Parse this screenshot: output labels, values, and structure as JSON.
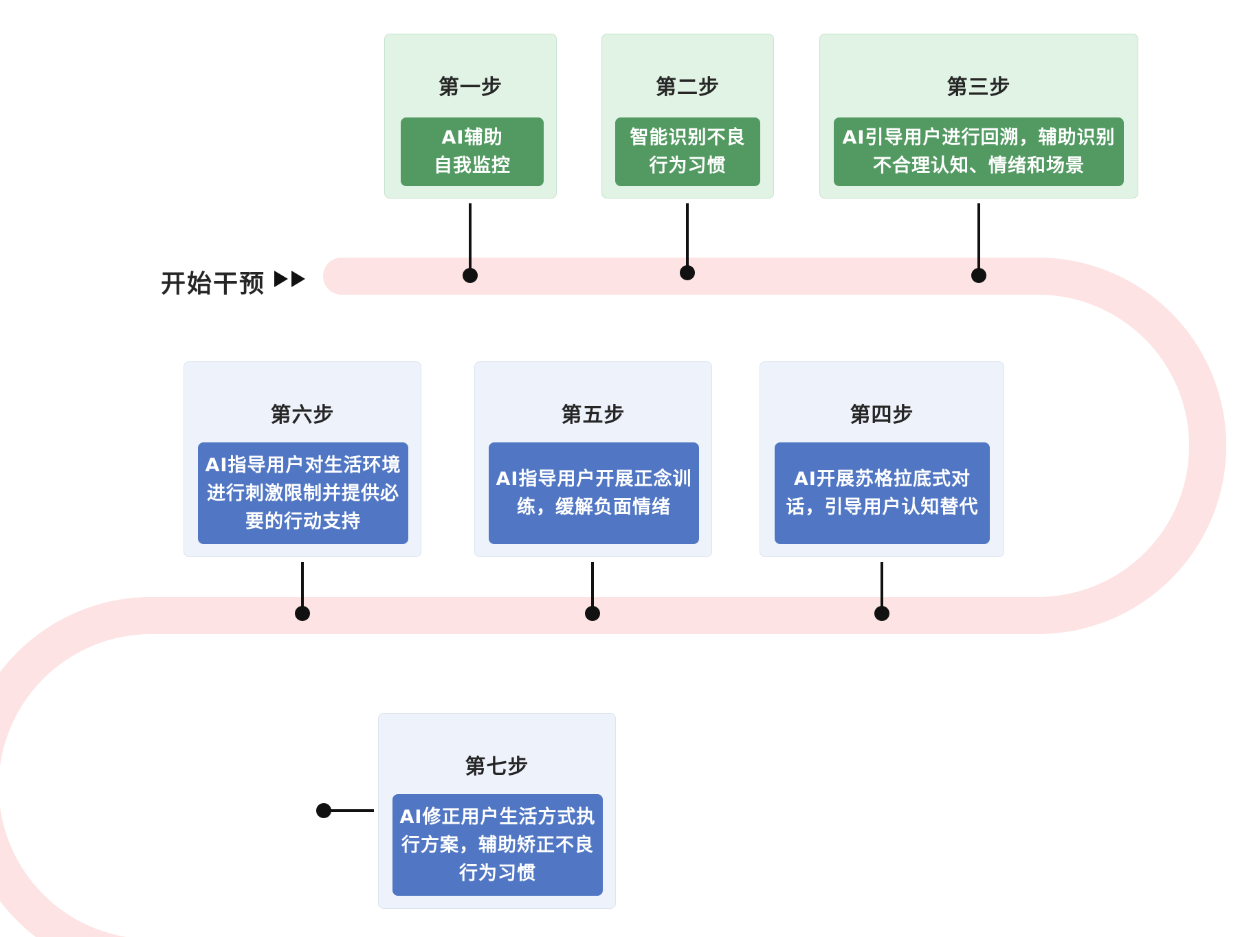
{
  "start_label": "开始干预",
  "icons": {
    "start_arrows": "double-play-arrow-icon"
  },
  "colors": {
    "road": "#fde3e3",
    "green_card_bg": "#e0f3e4",
    "green_action": "#539a62",
    "blue_card_bg": "#eef3fb",
    "blue_action": "#5177c4",
    "connector": "#111111"
  },
  "steps": [
    {
      "title": "第一步",
      "text": "AI辅助\n自我监控"
    },
    {
      "title": "第二步",
      "text": "智能识别不良\n行为习惯"
    },
    {
      "title": "第三步",
      "text": "AI引导用户进行回溯，辅助识别\n不合理认知、情绪和场景"
    },
    {
      "title": "第四步",
      "text": "AI开展苏格拉底式对\n话，引导用户认知替代"
    },
    {
      "title": "第五步",
      "text": "AI指导用户开展正念训\n练，缓解负面情绪"
    },
    {
      "title": "第六步",
      "text": "AI指导用户对生活环境\n进行刺激限制并提供必\n要的行动支持"
    },
    {
      "title": "第七步",
      "text": "AI修正用户生活方式执\n行方案，辅助矫正不良\n行为习惯"
    }
  ]
}
